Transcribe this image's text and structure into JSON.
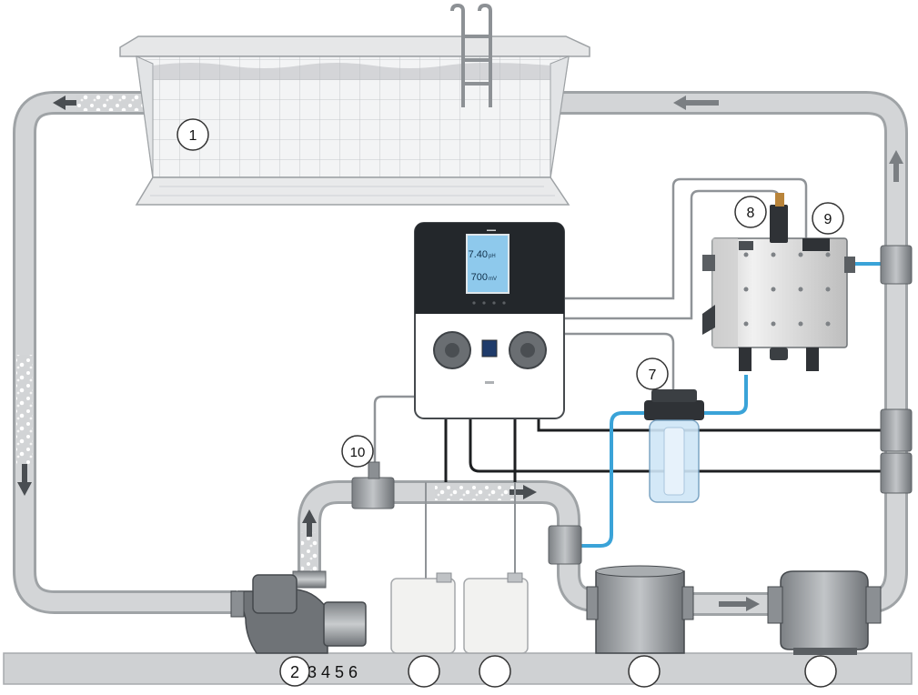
{
  "display": {
    "readings": [
      {
        "value": "7.40",
        "unit": "pH"
      },
      {
        "value": "700",
        "unit": "mV"
      }
    ]
  },
  "callouts": [
    {
      "id": "pool",
      "label": "1"
    },
    {
      "id": "pump",
      "label": "2"
    },
    {
      "id": "sensor-probe",
      "label": "7"
    },
    {
      "id": "cell-top",
      "label": "8"
    },
    {
      "id": "cell-right",
      "label": "9"
    },
    {
      "id": "flow-switch",
      "label": "10"
    }
  ],
  "bottom_labels": "3 4 5 6",
  "colors": {
    "pipe": "#c9ccce",
    "pipe_edge": "#9fa3a6",
    "water_line": "#3aa3d8",
    "controller_top": "#23272b",
    "screen": "#8ec9ec",
    "floor": "#cfd1d3"
  }
}
